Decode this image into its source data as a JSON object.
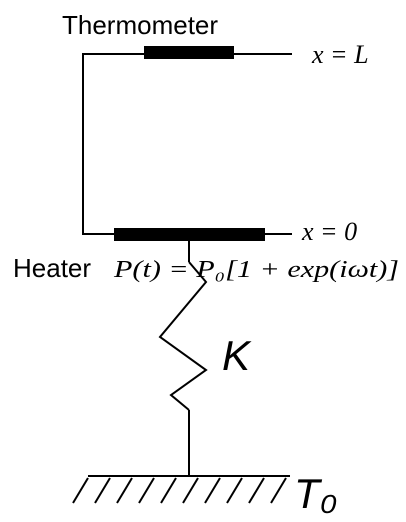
{
  "labels": {
    "thermometer": "Thermometer",
    "heater": "Heater",
    "x_top": "x = L",
    "x_bottom": "x = 0",
    "power": "P(t) = P₀[1 + exp(iωt)]",
    "conductance": "K",
    "bath_temperature": "T₀"
  },
  "colors": {
    "stroke": "#000000",
    "background": "#ffffff"
  }
}
